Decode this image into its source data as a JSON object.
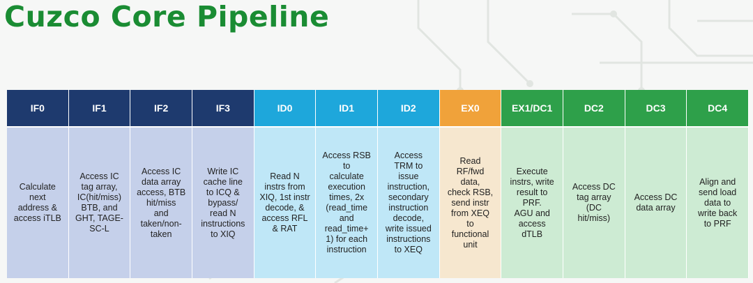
{
  "title": "Cuzco Core Pipeline",
  "colors": {
    "title": "#1a8c33",
    "if_head": "#1e3a6e",
    "if_body": "#c5d0ea",
    "id_head": "#1ea7db",
    "id_body": "#bfe7f7",
    "ex_head": "#f0a23a",
    "ex_body": "#f6e7cf",
    "dc_head": "#2ea04a",
    "dc_body": "#cdebd3"
  },
  "stages": [
    {
      "name": "IF0",
      "group": "if",
      "text": "Calculate\nnext\naddress &\naccess iTLB"
    },
    {
      "name": "IF1",
      "group": "if",
      "text": "Access IC\ntag array,\nIC(hit/miss)\nBTB, and\nGHT, TAGE-\nSC-L"
    },
    {
      "name": "IF2",
      "group": "if",
      "text": "Access IC\ndata array\naccess, BTB\nhit/miss\nand\ntaken/non-\ntaken"
    },
    {
      "name": "IF3",
      "group": "if",
      "text": "Write IC\ncache line\nto ICQ &\nbypass/\nread N\ninstructions\nto XIQ"
    },
    {
      "name": "ID0",
      "group": "id",
      "text": "Read N\ninstrs from\nXIQ, 1st instr\ndecode, &\naccess RFL\n& RAT"
    },
    {
      "name": "ID1",
      "group": "id",
      "text": "Access RSB\nto\ncalculate\nexecution\ntimes, 2x\n(read_time\nand\nread_time+\n1) for each\ninstruction"
    },
    {
      "name": "ID2",
      "group": "id",
      "text": "Access\nTRM to\nissue\ninstruction,\nsecondary\ninstruction\ndecode,\nwrite issued\ninstructions\nto XEQ"
    },
    {
      "name": "EX0",
      "group": "ex",
      "text": "Read\nRF/fwd\ndata,\ncheck RSB,\nsend instr\nfrom XEQ\nto\nfunctional\nunit"
    },
    {
      "name": "EX1/DC1",
      "group": "dc",
      "text": "Execute\ninstrs, write\nresult to\nPRF.\nAGU and\naccess\ndTLB"
    },
    {
      "name": "DC2",
      "group": "dc",
      "text": "Access DC\ntag array\n(DC\nhit/miss)"
    },
    {
      "name": "DC3",
      "group": "dc",
      "text": "Access DC\ndata array"
    },
    {
      "name": "DC4",
      "group": "dc",
      "text": "Align and\nsend load\ndata to\nwrite back\nto PRF"
    }
  ]
}
